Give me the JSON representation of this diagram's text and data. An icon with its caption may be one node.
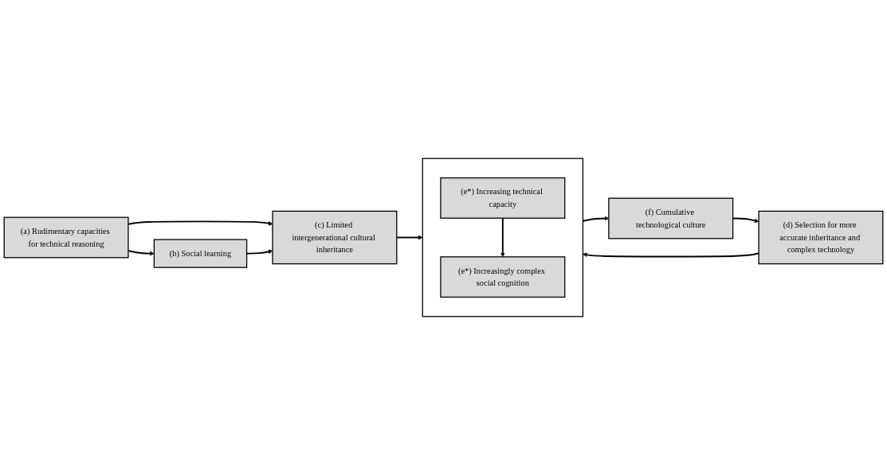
{
  "diagram": {
    "nodes": [
      {
        "text": [
          "(d) Selection for more accurate inheritance and complex technology"
        ]
      },
      {
        "text": [
          "(f) Cumulative technological culture"
        ]
      },
      {
        "text": [
          "(a) Rudimentary capacities for technical reasoning"
        ]
      },
      {
        "text": [],
        "shape": "box"
      },
      {
        "text": [
          "(e*) Increasingly complex social cognition"
        ],
        "in": 3
      },
      {
        "text": [
          "(c) Limited intergenerational cultural inheritance"
        ]
      },
      {
        "text": [
          "(b) Social learning"
        ]
      },
      {
        "text": [
          "(e*) Increasing technical capacity"
        ],
        "in": 3
      }
    ],
    "edges": [
      {
        "from": 2,
        "to": 6,
        "arrow": "to"
      },
      {
        "from": 2,
        "to": 5,
        "arrow": "to"
      },
      {
        "from": 6,
        "to": 5,
        "arrow": "to"
      },
      {
        "from": 5,
        "to": 3,
        "arrow": "to"
      },
      {
        "from": 0,
        "to": 3,
        "arrow": "to"
      },
      {
        "from": 3,
        "to": 1,
        "arrow": "to"
      },
      {
        "from": 1,
        "to": 0,
        "arrow": "to"
      },
      {
        "from": 7,
        "to": 4,
        "arrow": "to"
      }
    ]
  }
}
